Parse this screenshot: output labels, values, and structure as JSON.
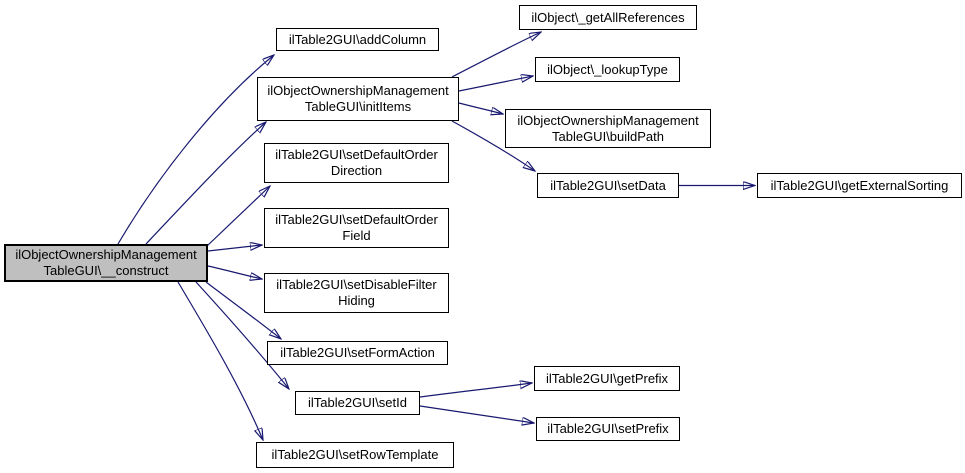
{
  "diagram": {
    "type": "call-graph",
    "colors": {
      "background": "#ffffff",
      "edge": "#191970",
      "node_border": "#000000",
      "node_fill": "#ffffff",
      "current_node_fill": "#bfbfbf",
      "text": "#000000"
    },
    "nodes": [
      {
        "id": "construct",
        "lines": [
          "ilObjectOwnershipManagement",
          "TableGUI\\__construct"
        ],
        "current": true
      },
      {
        "id": "addColumn",
        "lines": [
          "ilTable2GUI\\addColumn"
        ]
      },
      {
        "id": "initItems",
        "lines": [
          "ilObjectOwnershipManagement",
          "TableGUI\\initItems"
        ]
      },
      {
        "id": "getAllReferences",
        "lines": [
          "ilObject\\_getAllReferences"
        ]
      },
      {
        "id": "lookupType",
        "lines": [
          "ilObject\\_lookupType"
        ]
      },
      {
        "id": "buildPath",
        "lines": [
          "ilObjectOwnershipManagement",
          "TableGUI\\buildPath"
        ]
      },
      {
        "id": "setData",
        "lines": [
          "ilTable2GUI\\setData"
        ]
      },
      {
        "id": "getExternalSorting",
        "lines": [
          "ilTable2GUI\\getExternalSorting"
        ]
      },
      {
        "id": "setDefaultOrderDirection",
        "lines": [
          "ilTable2GUI\\setDefaultOrder",
          "Direction"
        ]
      },
      {
        "id": "setDefaultOrderField",
        "lines": [
          "ilTable2GUI\\setDefaultOrder",
          "Field"
        ]
      },
      {
        "id": "setDisableFilterHiding",
        "lines": [
          "ilTable2GUI\\setDisableFilter",
          "Hiding"
        ]
      },
      {
        "id": "setFormAction",
        "lines": [
          "ilTable2GUI\\setFormAction"
        ]
      },
      {
        "id": "setId",
        "lines": [
          "ilTable2GUI\\setId"
        ]
      },
      {
        "id": "getPrefix",
        "lines": [
          "ilTable2GUI\\getPrefix"
        ]
      },
      {
        "id": "setPrefix",
        "lines": [
          "ilTable2GUI\\setPrefix"
        ]
      },
      {
        "id": "setRowTemplate",
        "lines": [
          "ilTable2GUI\\setRowTemplate"
        ]
      }
    ],
    "edges": [
      {
        "from": "construct",
        "to": "addColumn"
      },
      {
        "from": "construct",
        "to": "initItems"
      },
      {
        "from": "construct",
        "to": "setDefaultOrderDirection"
      },
      {
        "from": "construct",
        "to": "setDefaultOrderField"
      },
      {
        "from": "construct",
        "to": "setDisableFilterHiding"
      },
      {
        "from": "construct",
        "to": "setFormAction"
      },
      {
        "from": "construct",
        "to": "setId"
      },
      {
        "from": "construct",
        "to": "setRowTemplate"
      },
      {
        "from": "initItems",
        "to": "getAllReferences"
      },
      {
        "from": "initItems",
        "to": "lookupType"
      },
      {
        "from": "initItems",
        "to": "buildPath"
      },
      {
        "from": "initItems",
        "to": "setData"
      },
      {
        "from": "setData",
        "to": "getExternalSorting"
      },
      {
        "from": "setId",
        "to": "getPrefix"
      },
      {
        "from": "setId",
        "to": "setPrefix"
      }
    ]
  }
}
